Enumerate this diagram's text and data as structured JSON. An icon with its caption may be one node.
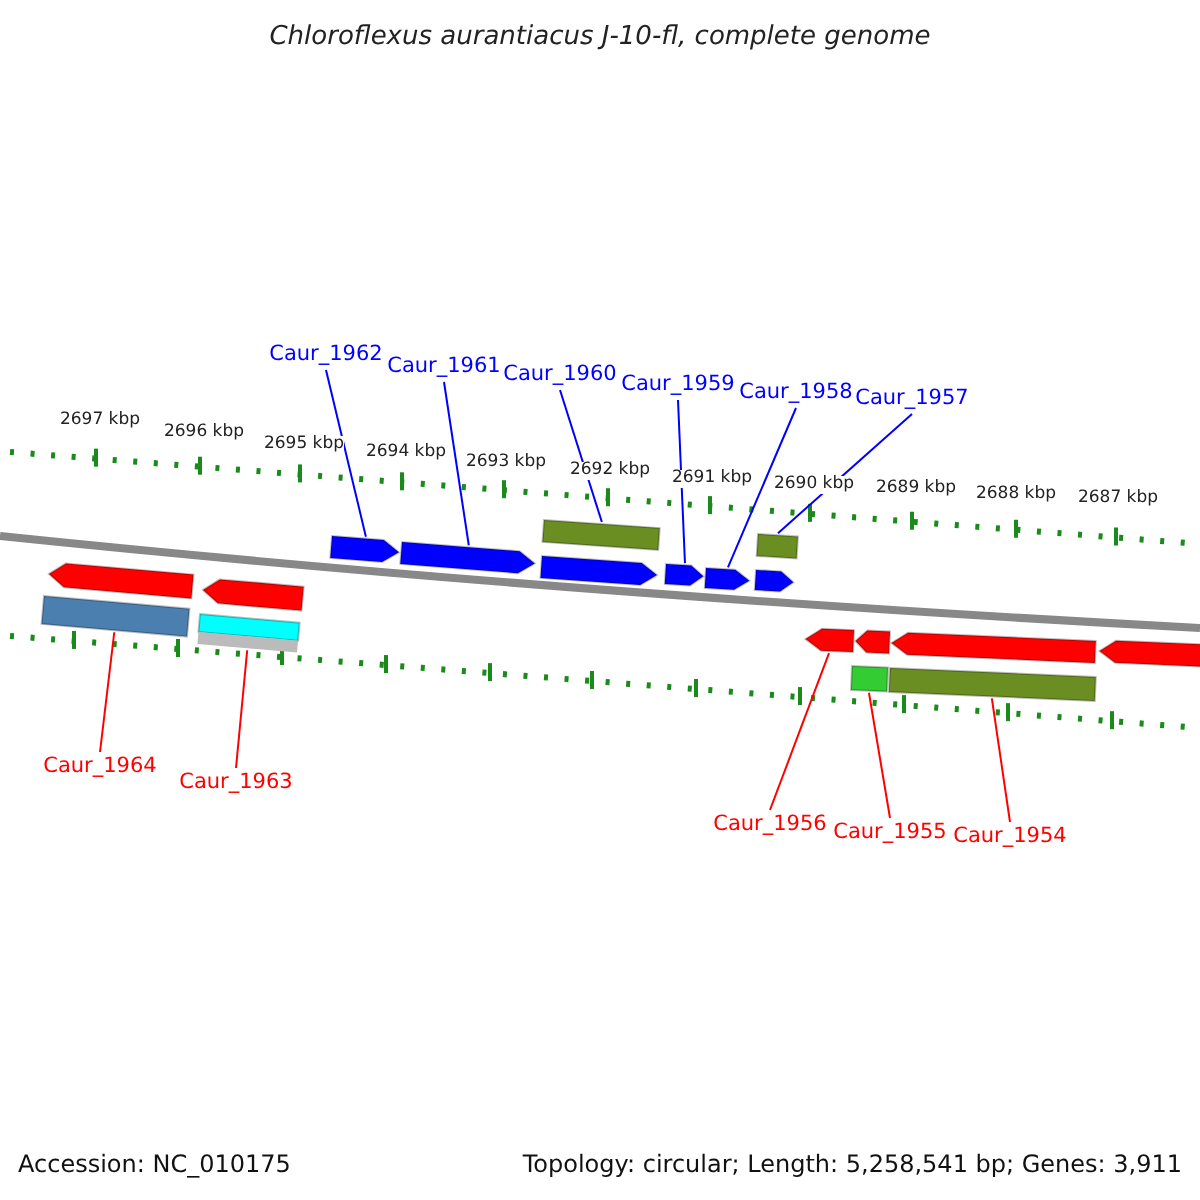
{
  "diagram": {
    "title": "Chloroflexus aurantiacus J-10-fl, complete genome",
    "nodes": [
      {
        "text": [
          "Caur_1962"
        ]
      },
      {
        "text": [
          "Caur_1961"
        ]
      },
      {
        "text": [
          "Caur_1960"
        ]
      },
      {
        "text": [
          "Caur_1959"
        ]
      },
      {
        "text": [
          "Caur_1958"
        ]
      },
      {
        "text": [
          "Caur_1957"
        ]
      },
      {
        "text": [
          "Caur_1964"
        ]
      },
      {
        "text": [
          "Caur_1963"
        ]
      },
      {
        "text": [
          "Caur_1956"
        ]
      },
      {
        "text": [
          "Caur_1955"
        ]
      },
      {
        "text": [
          "Caur_1954"
        ]
      },
      {
        "text": [],
        "shape": "arrow"
      },
      {
        "text": [],
        "shape": "arrow"
      },
      {
        "text": [],
        "shape": "bar"
      },
      {
        "text": [],
        "shape": "bar"
      },
      {
        "text": [],
        "shape": "arrow"
      },
      {
        "text": [],
        "shape": "arrow"
      },
      {
        "text": [],
        "shape": "bar"
      },
      {
        "text": [],
        "shape": "arrow"
      },
      {
        "text": [],
        "shape": "arrow"
      },
      {
        "text": [],
        "shape": "arrow"
      },
      {
        "text": [],
        "shape": "arrow"
      },
      {
        "text": [],
        "shape": "bar"
      },
      {
        "text": [],
        "shape": "arrow"
      },
      {
        "text": [],
        "shape": "arrow"
      },
      {
        "text": [],
        "shape": "arrow"
      },
      {
        "text": [],
        "shape": "arrow"
      },
      {
        "text": [],
        "shape": "bar"
      },
      {
        "text": [],
        "shape": "bar"
      }
    ],
    "edges": [
      {
        "from": 0,
        "to": 15,
        "arrow": "none"
      },
      {
        "from": 1,
        "to": 16,
        "arrow": "none"
      },
      {
        "from": 2,
        "to": 17,
        "arrow": "none"
      },
      {
        "from": 3,
        "to": 19,
        "arrow": "none"
      },
      {
        "from": 4,
        "to": 20,
        "arrow": "none"
      },
      {
        "from": 5,
        "to": 22,
        "arrow": "none"
      },
      {
        "from": 6,
        "to": 13,
        "arrow": "none",
        "color": "#ff0000"
      },
      {
        "from": 7,
        "to": 14,
        "arrow": "none",
        "color": "#ff0000"
      },
      {
        "from": 8,
        "to": 23,
        "arrow": "none",
        "color": "#ff0000"
      },
      {
        "from": 9,
        "to": 27,
        "arrow": "none",
        "color": "#ff0000"
      },
      {
        "from": 10,
        "to": 28,
        "arrow": "none",
        "color": "#ff0000"
      }
    ],
    "labels": [
      "2697 kbp",
      "2696 kbp",
      "2695 kbp",
      "2694 kbp",
      "2693 kbp",
      "2692 kbp",
      "2691 kbp",
      "2690 kbp",
      "2689 kbp",
      "2688 kbp",
      "2687 kbp",
      "Accession: NC_010175",
      "Topology: circular; Length: 5,258,541 bp; Genes: 3,911"
    ]
  }
}
